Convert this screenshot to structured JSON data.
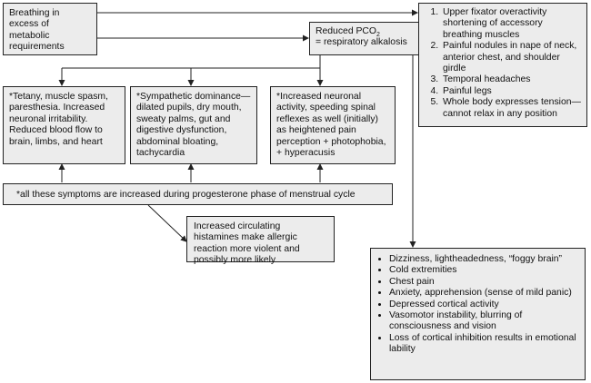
{
  "boxes": {
    "breathing": {
      "text": "Breathing in excess of metabolic requirements"
    },
    "pco2": {
      "line1_pre": "Reduced PCO",
      "line1_sub": "2",
      "line2": "= respiratory alkalosis"
    },
    "upper_list": [
      "Upper fixator overactivity shortening of accessory breathing muscles",
      "Painful nodules in nape of neck, anterior chest, and shoulder girdle",
      "Temporal headaches",
      "Painful legs",
      "Whole body expresses tension—cannot relax in any position"
    ],
    "tetany": {
      "text": "*Tetany, muscle spasm, paresthesia. Increased neuronal irritability. Reduced blood flow to brain, limbs, and heart"
    },
    "sympathetic": {
      "text": "*Sympathetic dominance—dilated pupils, dry mouth, sweaty palms, gut and digestive dysfunction, abdominal bloating, tachycardia"
    },
    "neuronal": {
      "text": "*Increased neuronal activity, speeding spinal reflexes as well (initially) as heightened pain perception + photophobia, + hyperacusis"
    },
    "progesterone": {
      "text": "*all these symptoms are increased during progesterone phase of menstrual cycle"
    },
    "histamines": {
      "text": "Increased circulating histamines make allergic reaction more violent and possibly more likely"
    },
    "dizziness_list": [
      "Dizziness, lightheadedness, “foggy brain”",
      "Cold extremities",
      "Chest pain",
      "Anxiety, apprehension (sense of mild panic)",
      "Depressed cortical activity",
      "Vasomotor instability, blurring of consciousness and vision",
      "Loss of cortical inhibition results in emotional lability"
    ]
  }
}
